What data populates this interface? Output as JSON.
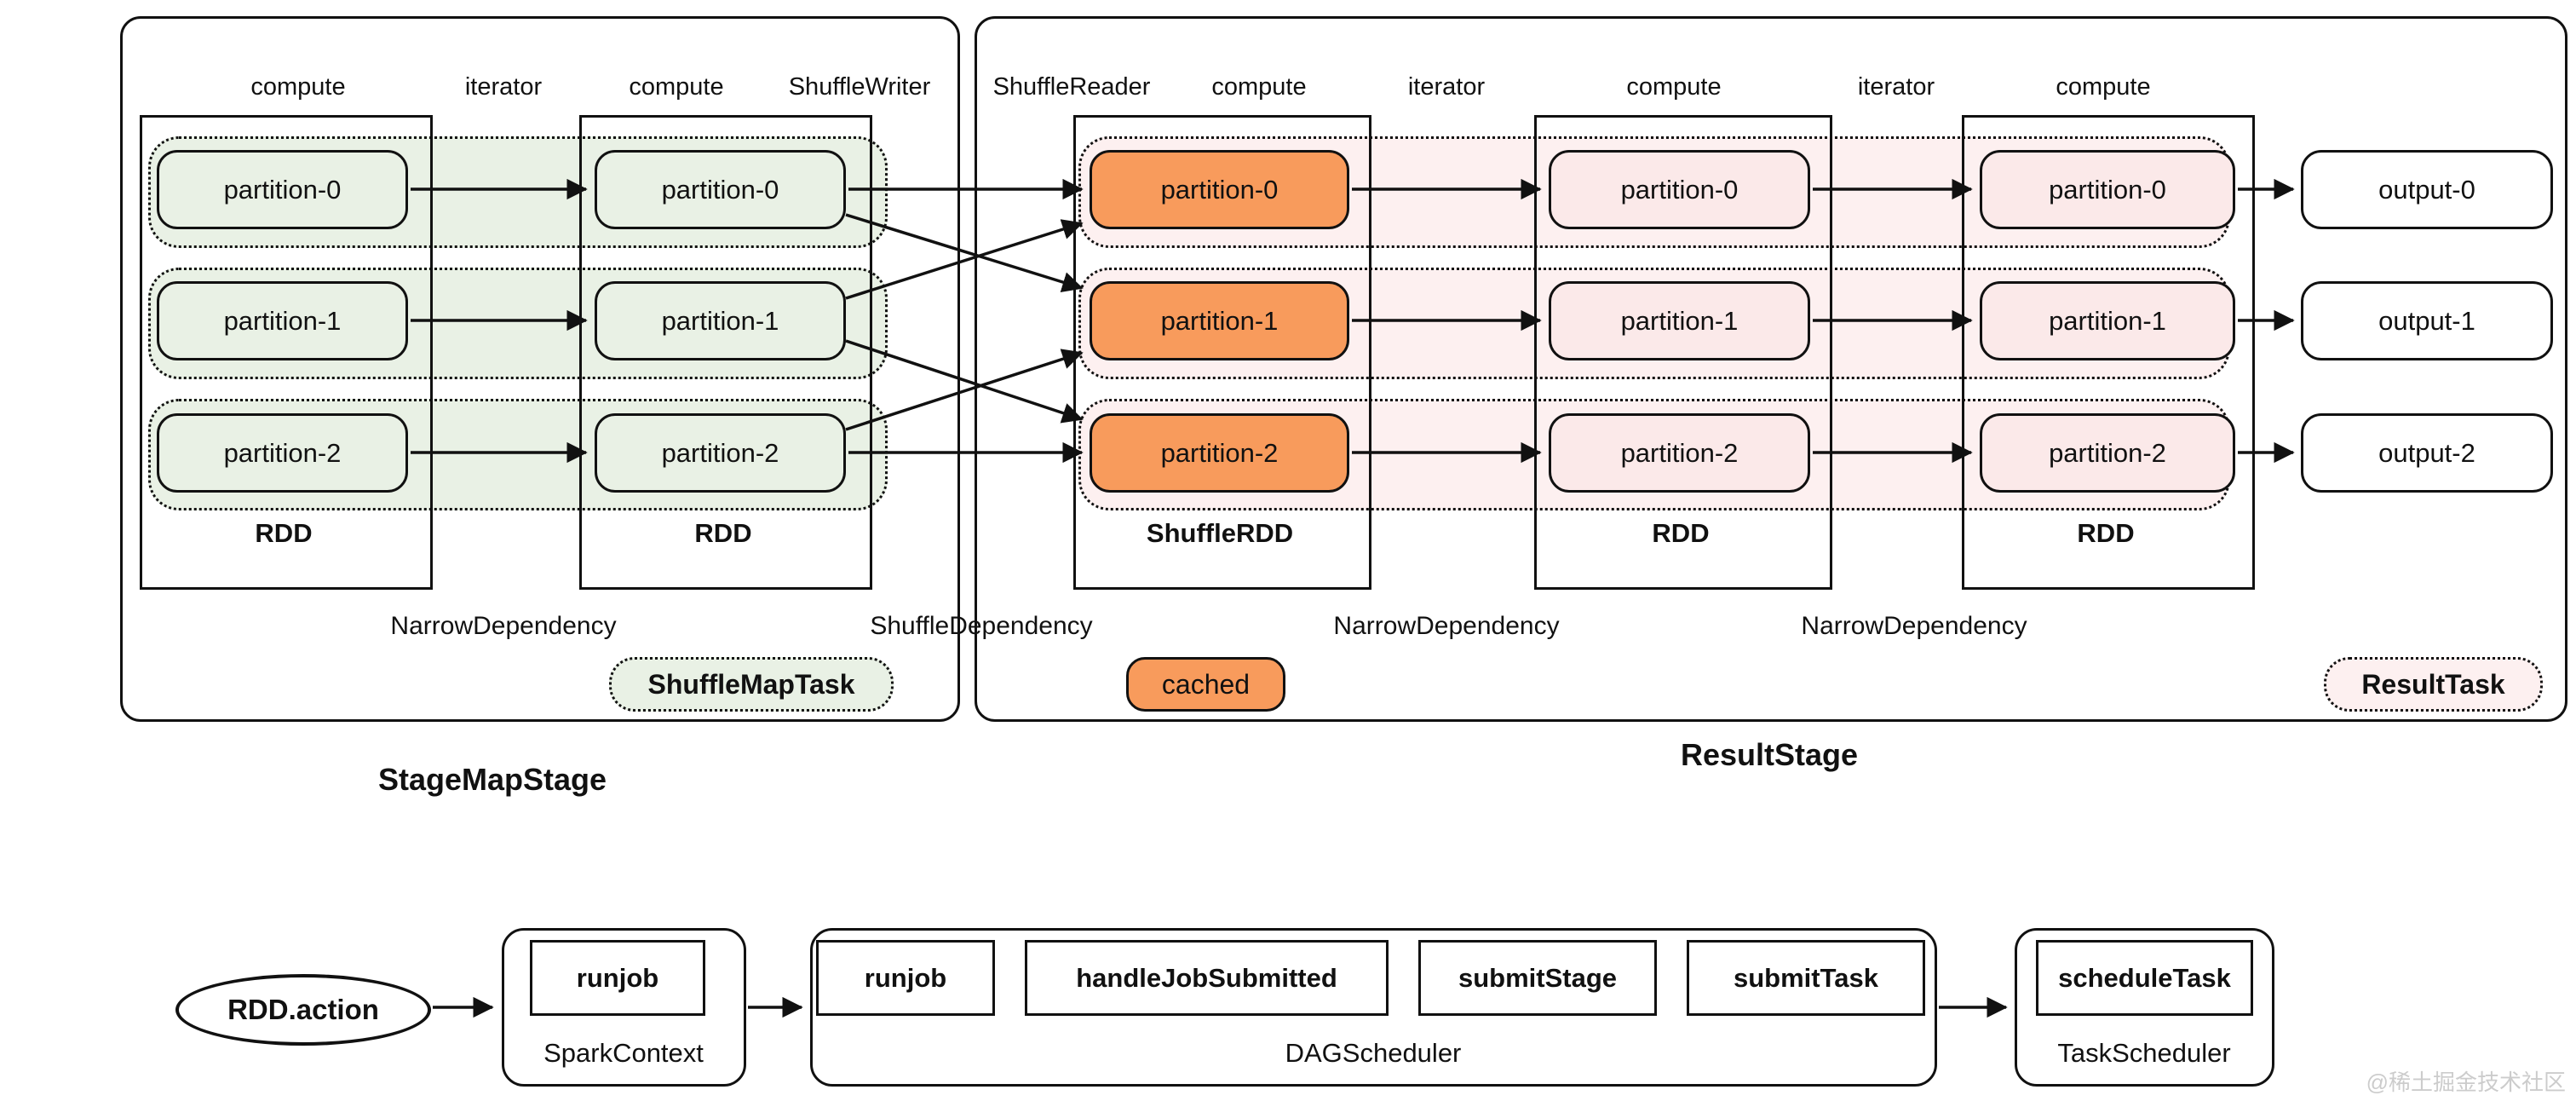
{
  "stage_left": {
    "title": "StageMapStage",
    "headers": [
      "compute",
      "iterator",
      "compute",
      "ShuffleWriter"
    ],
    "dependency_label": "NarrowDependency",
    "task_label": "ShuffleMapTask",
    "rdds": [
      {
        "label": "RDD",
        "partitions": [
          "partition-0",
          "partition-1",
          "partition-2"
        ]
      },
      {
        "label": "RDD",
        "partitions": [
          "partition-0",
          "partition-1",
          "partition-2"
        ]
      }
    ]
  },
  "stage_right": {
    "title": "ResultStage",
    "headers": [
      "ShuffleReader",
      "compute",
      "iterator",
      "compute",
      "iterator",
      "compute"
    ],
    "shuffle_dependency_label": "ShuffleDependency",
    "dependency_labels": [
      "NarrowDependency",
      "NarrowDependency"
    ],
    "cached_label": "cached",
    "task_label": "ResultTask",
    "rdds": [
      {
        "label": "ShuffleRDD",
        "partitions": [
          "partition-0",
          "partition-1",
          "partition-2"
        ]
      },
      {
        "label": "RDD",
        "partitions": [
          "partition-0",
          "partition-1",
          "partition-2"
        ]
      },
      {
        "label": "RDD",
        "partitions": [
          "partition-0",
          "partition-1",
          "partition-2"
        ]
      }
    ],
    "outputs": [
      "output-0",
      "output-1",
      "output-2"
    ]
  },
  "scheduler_flow": {
    "action_label": "RDD.action",
    "spark_context": {
      "label": "SparkContext",
      "methods": [
        "runjob"
      ]
    },
    "dag_scheduler": {
      "label": "DAGScheduler",
      "methods": [
        "runjob",
        "handleJobSubmitted",
        "submitStage",
        "submitTask"
      ]
    },
    "task_scheduler": {
      "label": "TaskScheduler",
      "methods": [
        "scheduleTask"
      ]
    }
  },
  "watermark": "@稀土掘金技术社区",
  "colors": {
    "green_fill": "#e9f1e5",
    "pink_fill": "#fdf0f0",
    "pink_partition_fill": "#fbe9e9",
    "orange_fill": "#f89b5c",
    "ink": "#111111",
    "watermark_gray": "#cccccc"
  }
}
